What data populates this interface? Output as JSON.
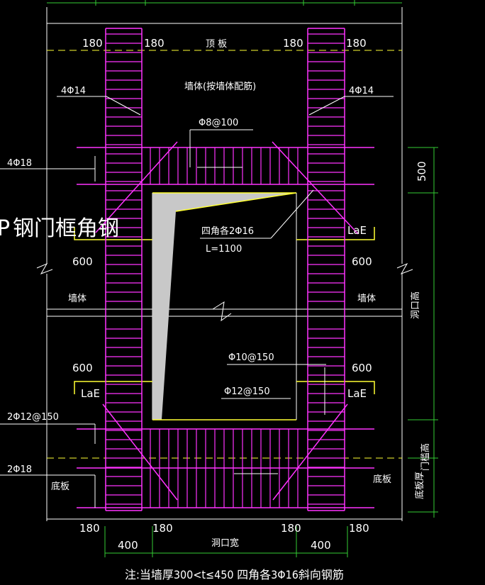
{
  "labels": {
    "dim_180": "180",
    "top_slab": "顶  板",
    "wall_note": "墙体(按墙体配筋)",
    "bars_4phi14": "4Φ14",
    "phi8_100": "Φ8@100",
    "bars_4phi18": "4Φ18",
    "dim_500": "500",
    "watermark": "钢门框角钢",
    "watermark_lead": "P",
    "corner_bars": "四角各2Φ16",
    "corner_len": "L=1100",
    "lae": "LaE",
    "dim_600": "600",
    "wall": "墙体",
    "opening_height": "洞口高",
    "phi10_150": "Φ10@150",
    "phi12_150": "Φ12@150",
    "bars_2phi12_150": "2Φ12@150",
    "threshold_height": "门槛高",
    "bars_2phi18": "2Φ18",
    "bottom_slab": "底板",
    "bottom_slab_thickness": "底板厚",
    "dim_400": "400",
    "opening_width": "洞口宽",
    "note": "注:当墙厚300<t≤450 四角各3Φ16斜向钢筋"
  },
  "colors": {
    "rebar": "#ff33ff",
    "dimension": "#33cc33",
    "outline": "#ffffff",
    "yellow": "#ffff33",
    "frame_fill": "#c8c8c8"
  }
}
